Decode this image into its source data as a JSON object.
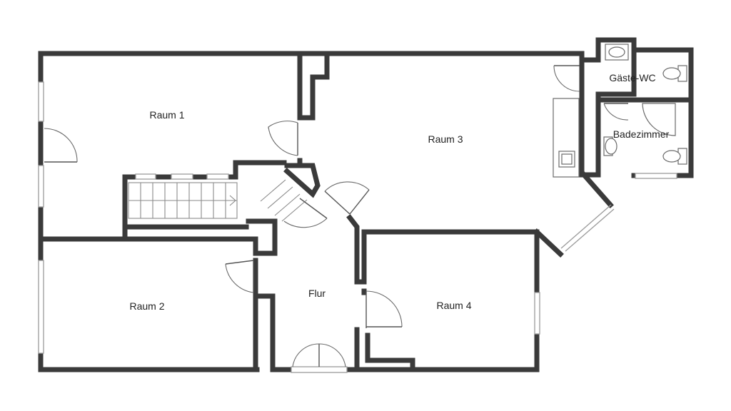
{
  "rooms": {
    "raum1": "Raum 1",
    "raum2": "Raum 2",
    "raum3": "Raum 3",
    "raum4": "Raum 4",
    "flur": "Flur",
    "gaeste_wc": "Gäste-WC",
    "badezimmer": "Badezimmer"
  },
  "colors": {
    "wall": "#3a3a3a",
    "background": "#ffffff"
  }
}
